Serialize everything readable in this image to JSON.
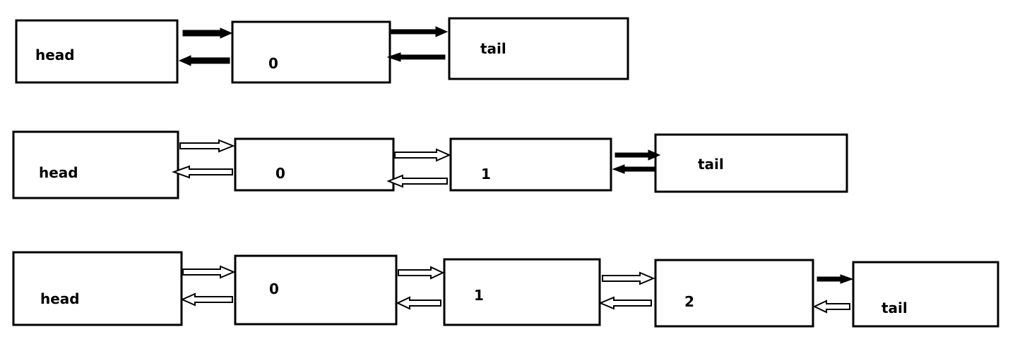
{
  "diagram": {
    "rows": [
      {
        "nodes": [
          {
            "label": "head"
          },
          {
            "label": "0"
          },
          {
            "label": "tail"
          }
        ]
      },
      {
        "nodes": [
          {
            "label": "head"
          },
          {
            "label": "0"
          },
          {
            "label": "1"
          },
          {
            "label": "tail"
          }
        ]
      },
      {
        "nodes": [
          {
            "label": "head"
          },
          {
            "label": "0"
          },
          {
            "label": "1"
          },
          {
            "label": "2"
          },
          {
            "label": "tail"
          }
        ]
      }
    ]
  }
}
